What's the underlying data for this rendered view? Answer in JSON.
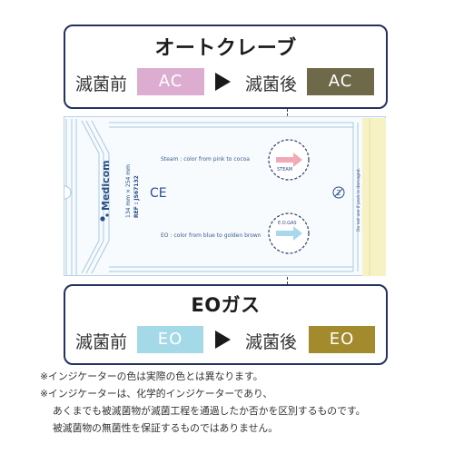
{
  "autoclave": {
    "title": "オートクレーブ",
    "before_label": "滅菌前",
    "before_code": "AC",
    "after_label": "滅菌後",
    "after_code": "AC",
    "before_color": "#dcadd0",
    "after_color": "#6e6a49"
  },
  "eo_gas": {
    "title": "EOガス",
    "before_label": "滅菌前",
    "before_code": "EO",
    "after_label": "滅菌後",
    "after_code": "EO",
    "before_color": "#a4d9e8",
    "after_color": "#a38a2c"
  },
  "pouch": {
    "brand": "Medicom",
    "size": "134 mm × 254 mm",
    "ref": "REF : JS67132",
    "ce_mark": "CE",
    "steam_text": "Steam : color from pink to cocoa",
    "steam_badge": "STEAM",
    "eo_text": "EO : color from blue to golden brown",
    "eo_badge": "E.O.GAS",
    "warning": "Do not use if pack is damaged.",
    "accent_color": "#f7f2c4"
  },
  "notes": [
    "※インジケーターの色は実際の色とは異なります。",
    "※インジケーターは、化学的インジケーターであり、",
    "あくまでも被滅菌物が滅菌工程を通過したか否かを区別するものです。",
    "被滅菌物の無菌性を保証するものではありません。"
  ]
}
